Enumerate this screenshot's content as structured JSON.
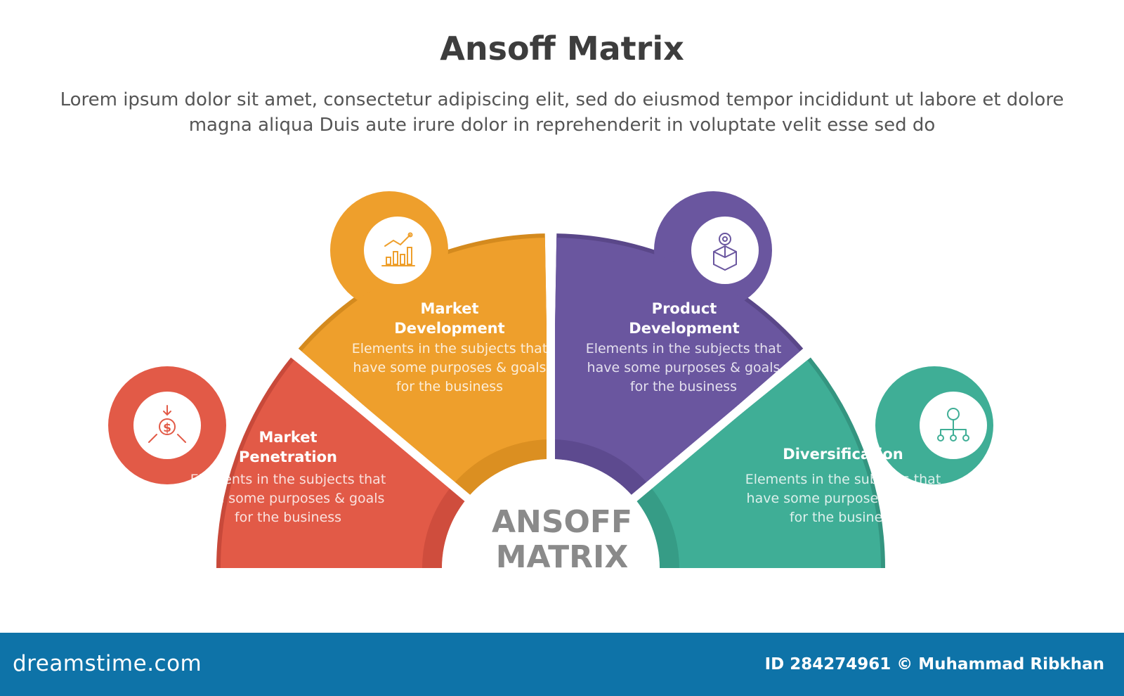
{
  "header": {
    "title": "Ansoff Matrix",
    "subtitle": "Lorem ipsum dolor sit amet, consectetur adipiscing elit, sed do eiusmod tempor incididunt ut labore et dolore magna aliqua Duis aute irure dolor in reprehenderit in voluptate velit esse sed do"
  },
  "center_label": "ANSOFF\nMATRIX",
  "segments": [
    {
      "title": "Market\nPenetration",
      "body": "Elements in the subjects that\nhave  some purposes & goals\nfor the  business",
      "color": "#e25a47",
      "shadow": "#c8493a",
      "icon": "dollar-converge-icon"
    },
    {
      "title": "Market\nDevelopment",
      "body": "Elements in the subjects that\nhave  some purposes & goals\nfor the  business",
      "color": "#ee9f2c",
      "shadow": "#d48a1e",
      "icon": "bar-chart-growth-icon"
    },
    {
      "title": "Product\nDevelopment",
      "body": "Elements in the subjects that\nhave  some purposes & goals\nfor the  business",
      "color": "#6a569f",
      "shadow": "#5a4789",
      "icon": "gear-box-icon"
    },
    {
      "title": "Diversification",
      "body": "Elements in the subjects that\nhave  some purposes & goals\nfor the  business",
      "color": "#3fae96",
      "shadow": "#349580",
      "icon": "hierarchy-icon"
    }
  ],
  "footer": {
    "brand": "dreamstime.com",
    "id_text": "ID 284274961 © Muhammad Ribkhan"
  }
}
